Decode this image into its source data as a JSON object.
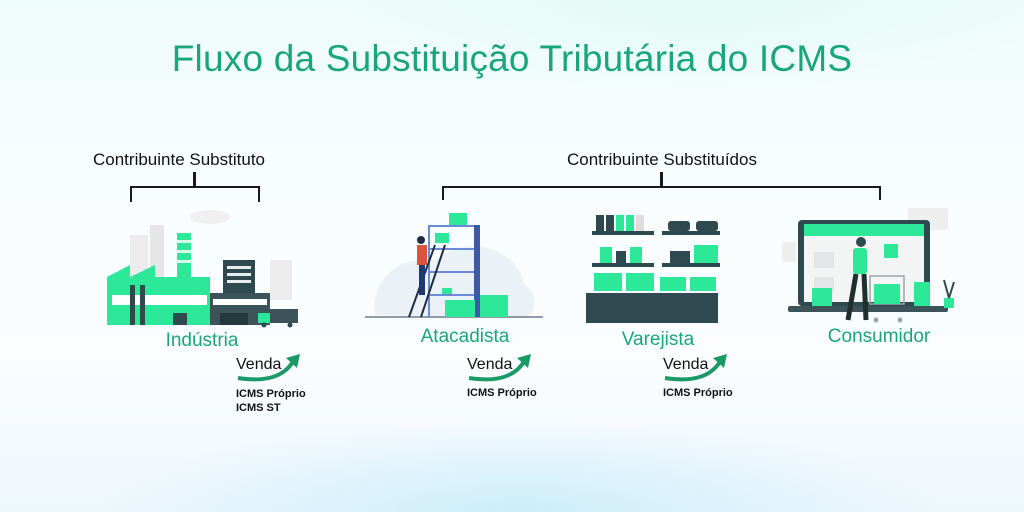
{
  "title": "Fluxo da Substituição Tributária do ICMS",
  "groups": {
    "substituto": {
      "label": "Contribuinte Substituto"
    },
    "substituidos": {
      "label": "Contribuinte Substituídos"
    }
  },
  "stages": [
    {
      "name": "Indústria",
      "illustration": "factory-illustration"
    },
    {
      "name": "Atacadista",
      "illustration": "warehouse-ladder-illustration"
    },
    {
      "name": "Varejista",
      "illustration": "retail-shelves-illustration"
    },
    {
      "name": "Consumidor",
      "illustration": "online-shopper-illustration"
    }
  ],
  "sales": [
    {
      "label": "Venda",
      "taxes": [
        "ICMS Próprio",
        "ICMS ST"
      ]
    },
    {
      "label": "Venda",
      "taxes": [
        "ICMS Próprio"
      ]
    },
    {
      "label": "Venda",
      "taxes": [
        "ICMS Próprio"
      ]
    }
  ],
  "colors": {
    "title_green": "#1aa67b",
    "accent_green": "#2ee89a",
    "dark_slate": "#2f4a4f",
    "arrow_green": "#1a9a66"
  }
}
